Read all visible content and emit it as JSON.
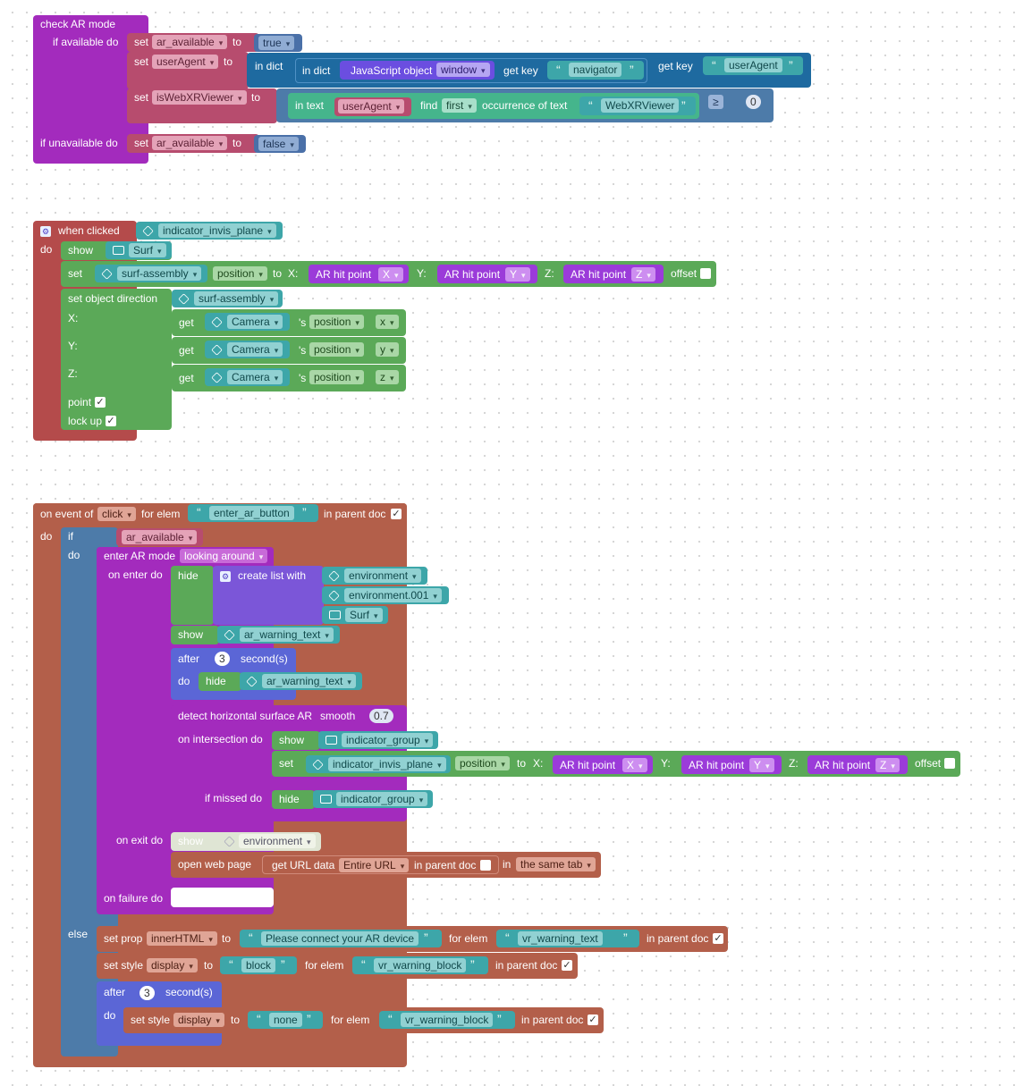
{
  "block1": {
    "head": "check AR mode",
    "if_available": "if available do",
    "if_unavailable": "if unavailable do",
    "set": "set",
    "to": "to",
    "var_ar_available": "ar_available",
    "val_true": "true",
    "var_user_agent": "userAgent",
    "in_dict": "in dict",
    "js_object": "JavaScript object",
    "window": "window",
    "get_key": "get key",
    "navigator": "navigator",
    "user_agent_key": "userAgent",
    "var_is_webxr": "isWebXRViewer",
    "in_text": "in text",
    "find": "find",
    "first": "first",
    "occurrence": "occurrence of text",
    "webxr_viewer": "WebXRViewer",
    "compare_op": "≥",
    "zero": "0",
    "val_false": "false"
  },
  "block2": {
    "when_clicked": "when clicked",
    "target": "indicator_invis_plane",
    "do": "do",
    "show": "show",
    "surf": "Surf",
    "set": "set",
    "surf_assembly": "surf-assembly",
    "position": "position",
    "to": "to",
    "x": "X:",
    "y": "Y:",
    "z": "Z:",
    "ar_hit_point": "AR hit point",
    "X": "X",
    "Y": "Y",
    "Z": "Z",
    "offset": "offset",
    "set_dir": "set object direction",
    "get": "get",
    "camera": "Camera",
    "s_position": "'s position",
    "s": "'s",
    "lx": "x",
    "ly": "y",
    "lz": "z",
    "point": "point",
    "lock_up": "lock up"
  },
  "block3": {
    "on_event": "on event of",
    "click": "click",
    "for_elem": "for elem",
    "enter_ar_button": "enter_ar_button",
    "in_parent_doc": "in parent doc",
    "do": "do",
    "if": "if",
    "ar_available": "ar_available",
    "enter_ar_mode": "enter AR mode",
    "looking_around": "looking around",
    "on_enter_do": "on enter do",
    "hide": "hide",
    "create_list": "create list with",
    "environment": "environment",
    "environment_001": "environment.001",
    "surf": "Surf",
    "show": "show",
    "ar_warning_text": "ar_warning_text",
    "after": "after",
    "three": "3",
    "seconds": "second(s)",
    "detect": "detect horizontal surface AR",
    "smooth": "smooth",
    "smooth_val": "0.7",
    "on_intersection": "on intersection do",
    "indicator_group": "indicator_group",
    "set": "set",
    "indicator_invis_plane": "indicator_invis_plane",
    "position": "position",
    "to": "to",
    "x": "X:",
    "y": "Y:",
    "z": "Z:",
    "ar_hit_point": "AR hit point",
    "X": "X",
    "Y": "Y",
    "Z": "Z",
    "offset": "offset",
    "if_missed": "if missed do",
    "on_exit": "on exit do",
    "open_web_page": "open web page",
    "get_url": "get URL data",
    "entire_url": "Entire URL",
    "in": "in",
    "same_tab": "the same tab",
    "on_failure": "on failure do",
    "else": "else",
    "set_prop": "set prop",
    "inner_html": "innerHTML",
    "connect_msg": "Please connect your AR device",
    "vr_warning_text": "vr_warning_text",
    "set_style": "set style",
    "display": "display",
    "block": "block",
    "vr_warning_block": "vr_warning_block",
    "none": "none"
  }
}
